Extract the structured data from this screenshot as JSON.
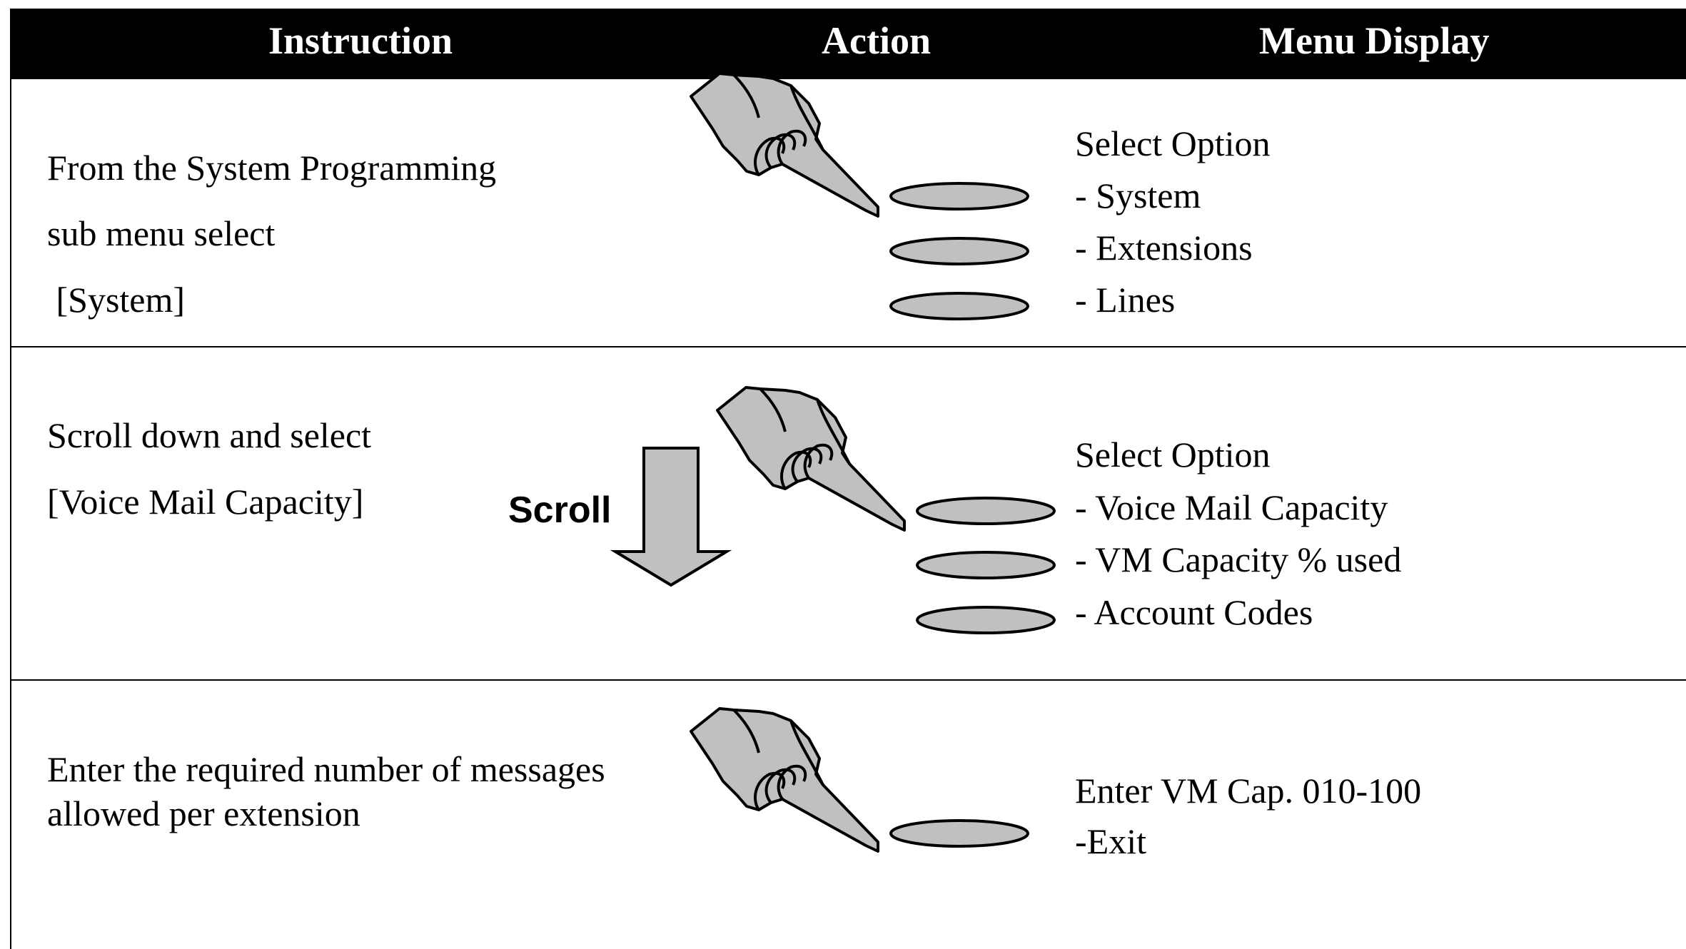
{
  "header": {
    "instruction": "Instruction",
    "action": "Action",
    "menu_display": "Menu Display"
  },
  "rows": [
    {
      "instruction_lines": [
        "From the System Programming",
        "sub menu select",
        " [System]"
      ],
      "menu_lines": [
        "Select Option",
        "- System",
        "- Extensions",
        "- Lines"
      ]
    },
    {
      "instruction_lines": [
        "Scroll down and select",
        "[Voice Mail Capacity]"
      ],
      "action_label": "Scroll",
      "menu_lines": [
        "Select Option",
        "- Voice Mail Capacity",
        "- VM Capacity % used",
        "- Account Codes"
      ]
    },
    {
      "instruction_lines": [
        "Enter the required number of messages",
        "allowed per extension"
      ],
      "menu_lines": [
        "Enter VM Cap. 010-100",
        "-Exit"
      ]
    }
  ],
  "colors": {
    "header_bg": "#000000",
    "header_text": "#ffffff",
    "button_fill": "#c0c0c0",
    "hand_fill": "#c0c0c0",
    "arrow_fill": "#c0c0c0"
  }
}
